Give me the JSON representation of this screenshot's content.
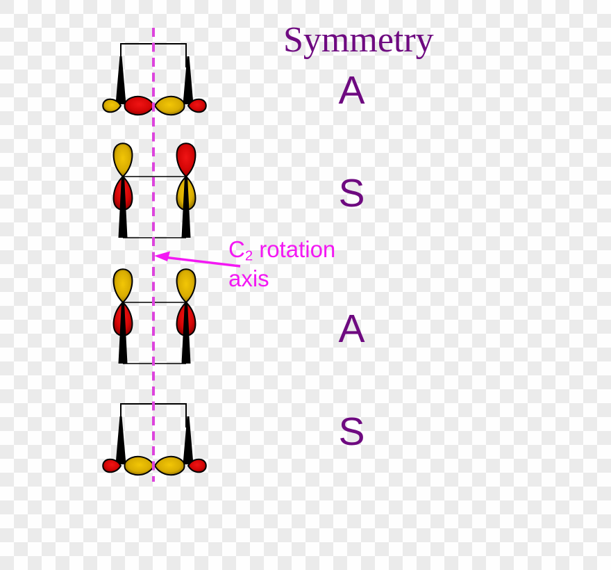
{
  "title": {
    "text": "Symmetry"
  },
  "axis_label": {
    "main": "C",
    "sub": "2",
    "rest": "rotation",
    "line2": "axis"
  },
  "symmetry_labels": [
    {
      "text": "A"
    },
    {
      "text": "S"
    },
    {
      "text": "A"
    },
    {
      "text": "S"
    }
  ],
  "diagrams": [
    {
      "orientation": "horizontal",
      "symmetry": "A",
      "lobes": [
        "yellow",
        "red",
        "yellow",
        "red"
      ]
    },
    {
      "orientation": "vertical",
      "symmetry": "S",
      "left": {
        "top": "yellow",
        "bottom": "red"
      },
      "right": {
        "top": "red",
        "bottom": "yellow"
      }
    },
    {
      "orientation": "vertical",
      "symmetry": "A",
      "left": {
        "top": "yellow",
        "bottom": "red"
      },
      "right": {
        "top": "yellow",
        "bottom": "red"
      }
    },
    {
      "orientation": "horizontal",
      "symmetry": "S",
      "lobes": [
        "red",
        "yellow",
        "yellow",
        "red"
      ]
    }
  ],
  "colors": {
    "purple_text": "#6e0a80",
    "magenta_text": "#f318f3",
    "dashed_axis": "#dd44dd",
    "lobe_red_bright": "#f01414",
    "lobe_red_mid": "#d40606",
    "lobe_red_dark": "#7c0000",
    "lobe_yellow_bright": "#f2c606",
    "lobe_yellow_mid": "#d9ad02",
    "lobe_yellow_dark": "#6e5400",
    "outline": "#000000",
    "checker_light": "#fefefe",
    "checker_dark": "#ebebeb"
  }
}
